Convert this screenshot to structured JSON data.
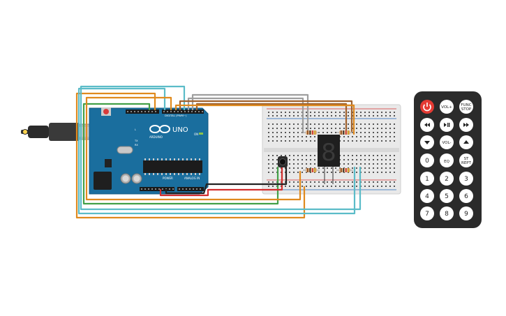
{
  "arduino": {
    "brand": "ARDUINO",
    "model": "UNO",
    "digital_label": "DIGITAL (PWM~)",
    "analog_label": "ANALOG IN",
    "power_label": "POWER",
    "on_label": "ON",
    "tx_label": "TX",
    "rx_label": "RX",
    "l_label": "L"
  },
  "display": {
    "digit": "8"
  },
  "remote": {
    "row1": [
      "",
      "VOL+",
      "FUNC/STOP"
    ],
    "row1_lines": [
      [
        "FUNC",
        "STOP"
      ]
    ],
    "row2_icons": [
      "prev-icon",
      "play-pause-icon",
      "next-icon"
    ],
    "row3": [
      "",
      "VOL-",
      ""
    ],
    "row3_icons": [
      "down-icon",
      "",
      "up-icon"
    ],
    "row4": [
      "0",
      "EQ",
      "ST/REPT"
    ],
    "row4_lines": [
      [
        "ST",
        "REPT"
      ]
    ],
    "row5": [
      "1",
      "2",
      "3"
    ],
    "row6": [
      "4",
      "5",
      "6"
    ],
    "row7": [
      "7",
      "8",
      "9"
    ]
  },
  "colors": {
    "arduino_blue": "#1a6e9e",
    "breadboard": "#e9e9e9",
    "remote_body": "#2b2b2b",
    "power_button": "#e53a33",
    "wire_orange": "#e08a1e",
    "wire_cyan": "#5bbcc8",
    "wire_green": "#43a047",
    "wire_brown": "#a0622d",
    "wire_gray": "#9e9e9e",
    "wire_red": "#d32f2f",
    "wire_black": "#222222"
  }
}
